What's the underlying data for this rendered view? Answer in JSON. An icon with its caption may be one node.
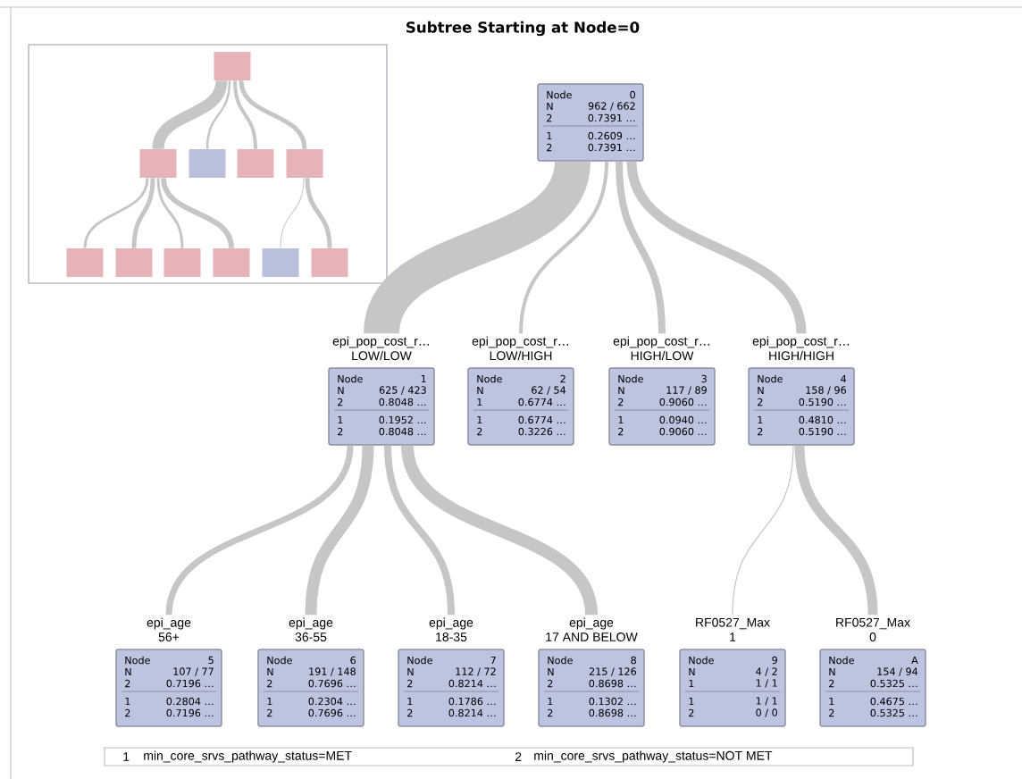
{
  "diagram": {
    "title": "Subtree Starting at Node=0",
    "nodes": [
      {
        "text": [
          "Node",
          "0",
          "N",
          "962 / 662",
          "2",
          "0.7391 …",
          "1",
          "0.2609 …",
          "2",
          "0.7391 …"
        ]
      },
      {
        "text": [
          "epi_pop_cost_r…",
          "LOW/LOW",
          "Node",
          "1",
          "N",
          "625 / 423",
          "2",
          "0.8048 …",
          "1",
          "0.1952 …",
          "2",
          "0.8048 …"
        ]
      },
      {
        "text": [
          "epi_pop_cost_r…",
          "LOW/HIGH",
          "Node",
          "2",
          "N",
          "62 / 54",
          "1",
          "0.6774 …",
          "1",
          "0.6774 …",
          "2",
          "0.3226 …"
        ]
      },
      {
        "text": [
          "epi_pop_cost_r…",
          "HIGH/LOW",
          "Node",
          "3",
          "N",
          "117 / 89",
          "2",
          "0.9060 …",
          "1",
          "0.0940 …",
          "2",
          "0.9060 …"
        ]
      },
      {
        "text": [
          "epi_pop_cost_r…",
          "HIGH/HIGH",
          "Node",
          "4",
          "N",
          "158 / 96",
          "2",
          "0.5190 …",
          "1",
          "0.4810 …",
          "2",
          "0.5190 …"
        ]
      },
      {
        "text": [
          "epi_age",
          "56+",
          "Node",
          "5",
          "N",
          "107 / 77",
          "2",
          "0.7196 …",
          "1",
          "0.2804 …",
          "2",
          "0.7196 …"
        ]
      },
      {
        "text": [
          "epi_age",
          "36-55",
          "Node",
          "6",
          "N",
          "191 / 148",
          "2",
          "0.7696 …",
          "1",
          "0.2304 …",
          "2",
          "0.7696 …"
        ]
      },
      {
        "text": [
          "epi_age",
          "18-35",
          "Node",
          "7",
          "N",
          "112 / 72",
          "2",
          "0.8214 …",
          "1",
          "0.1786 …",
          "2",
          "0.8214 …"
        ]
      },
      {
        "text": [
          "epi_age",
          "17 AND BELOW",
          "Node",
          "8",
          "N",
          "215 / 126",
          "2",
          "0.8698 …",
          "1",
          "0.1302 …",
          "2",
          "0.8698 …"
        ]
      },
      {
        "text": [
          "RF0527_Max",
          "1",
          "Node",
          "9",
          "N",
          "4 / 2",
          "1",
          "1 / 1",
          "1",
          "1 / 1",
          "2",
          "0 / 0"
        ]
      },
      {
        "text": [
          "RF0527_Max",
          "0",
          "Node",
          "A",
          "N",
          "154 / 94",
          "2",
          "0.5325 …",
          "1",
          "0.4675 …",
          "2",
          "0.5325 …"
        ]
      },
      {
        "text": [],
        "shape": "box"
      },
      {
        "text": [],
        "shape": "box"
      },
      {
        "text": [],
        "shape": "box"
      },
      {
        "text": [],
        "shape": "box"
      },
      {
        "text": [],
        "shape": "box"
      },
      {
        "text": [],
        "shape": "box"
      },
      {
        "text": [],
        "shape": "box"
      },
      {
        "text": [],
        "shape": "box"
      },
      {
        "text": [],
        "shape": "box"
      },
      {
        "text": [],
        "shape": "box"
      },
      {
        "text": [],
        "shape": "box"
      }
    ],
    "edges": [
      {
        "from": 0,
        "to": 1,
        "arrow": "none",
        "style": "thick"
      },
      {
        "from": 0,
        "to": 2,
        "arrow": "none"
      },
      {
        "from": 0,
        "to": 3,
        "arrow": "none"
      },
      {
        "from": 0,
        "to": 4,
        "arrow": "none",
        "style": "thick"
      },
      {
        "from": 1,
        "to": 5,
        "arrow": "none"
      },
      {
        "from": 1,
        "to": 6,
        "arrow": "none",
        "style": "thick"
      },
      {
        "from": 1,
        "to": 7,
        "arrow": "none"
      },
      {
        "from": 1,
        "to": 8,
        "arrow": "none",
        "style": "thick"
      },
      {
        "from": 4,
        "to": 9,
        "arrow": "none"
      },
      {
        "from": 4,
        "to": 10,
        "arrow": "none",
        "style": "thick"
      },
      {
        "from": 11,
        "to": 12,
        "arrow": "none",
        "style": "thick"
      },
      {
        "from": 11,
        "to": 13,
        "arrow": "none"
      },
      {
        "from": 11,
        "to": 14,
        "arrow": "none"
      },
      {
        "from": 11,
        "to": 15,
        "arrow": "none"
      },
      {
        "from": 12,
        "to": 16,
        "arrow": "none"
      },
      {
        "from": 12,
        "to": 17,
        "arrow": "none"
      },
      {
        "from": 12,
        "to": 18,
        "arrow": "none"
      },
      {
        "from": 12,
        "to": 19,
        "arrow": "none"
      },
      {
        "from": 15,
        "to": 20,
        "arrow": "none"
      },
      {
        "from": 15,
        "to": 21,
        "arrow": "none"
      }
    ],
    "labels": [
      "1",
      "min_core_srvs_pathway_status=MET",
      "2",
      "min_core_srvs_pathway_status=NOT MET"
    ]
  }
}
